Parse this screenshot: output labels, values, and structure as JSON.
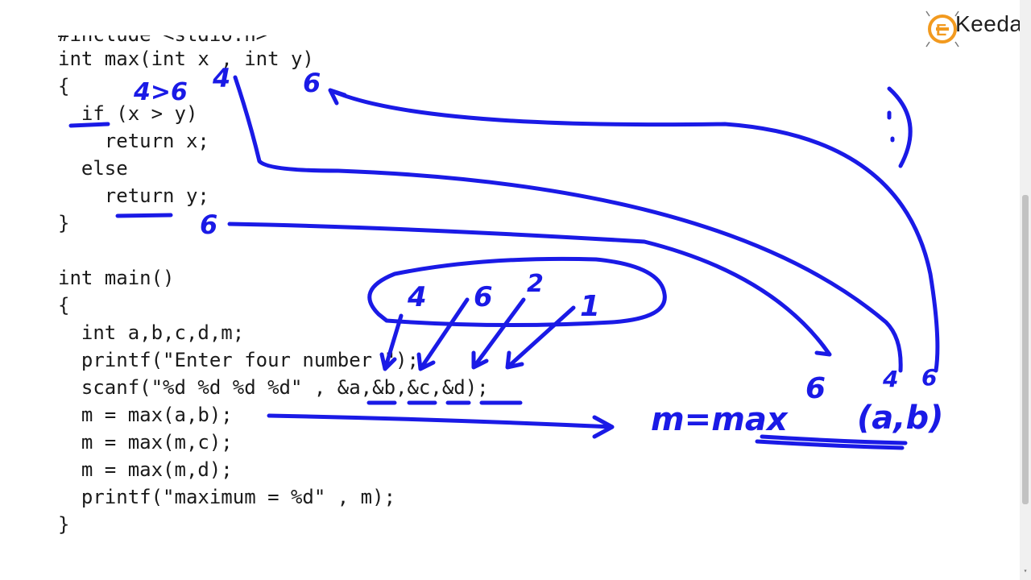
{
  "logo": {
    "text": "Keeda",
    "mark": "E"
  },
  "code": {
    "lines": [
      "#include <stdio.h>",
      "int max(int x , int y)",
      "{",
      "  if (x > y)",
      "    return x;",
      "  else",
      "    return y;",
      "}",
      "",
      "int main()",
      "{",
      "  int a,b,c,d,m;",
      "  printf(\"Enter four number \");",
      "  scanf(\"%d %d %d %d\" , &a,&b,&c,&d);",
      "  m = max(a,b);",
      "  m = max(m,c);",
      "  m = max(m,d);",
      "  printf(\"maximum = %d\" , m);",
      "}"
    ]
  },
  "annotations": {
    "cond": "4>6",
    "x_val": "4",
    "y_val": "6",
    "ret_val": "6",
    "inputs": [
      "4",
      "6",
      "2",
      "1"
    ],
    "call": "m=max",
    "call_args": "(a,b)",
    "arg_a": "4",
    "arg_b": "6",
    "result": "6"
  },
  "colors": {
    "ink": "#1a1ae6",
    "text": "#1a1a1a"
  }
}
